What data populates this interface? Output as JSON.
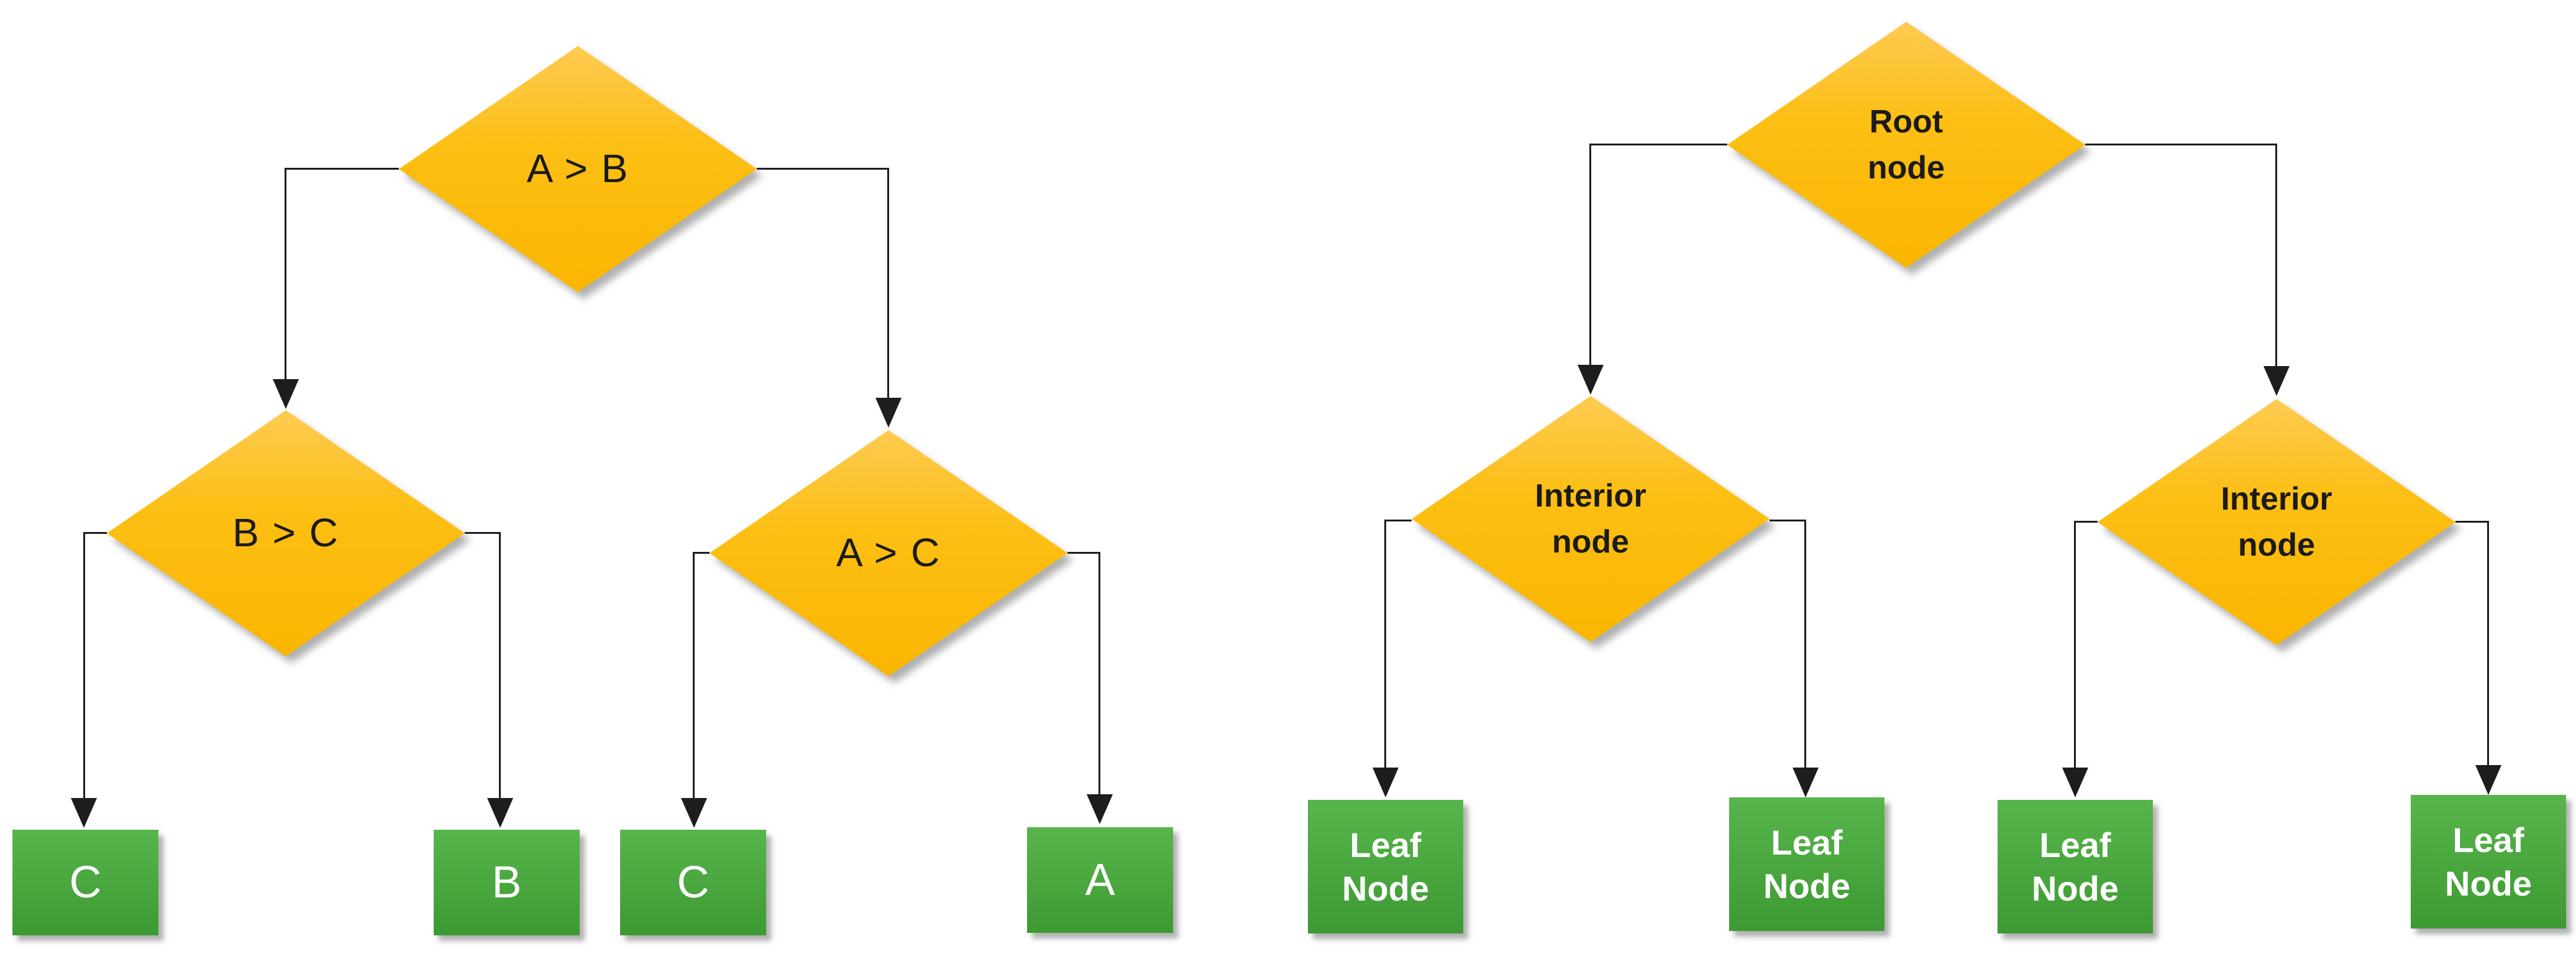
{
  "colors": {
    "background": "#ffffff",
    "diamond_gradient_top": "#fecb52",
    "diamond_gradient_bottom": "#fbb601",
    "diamond_text": "#1b1b1b",
    "leaf_gradient_top": "#58b54c",
    "leaf_gradient_bottom": "#3d9a32",
    "leaf_text": "#ffffff",
    "connector": "#1d1d1d"
  },
  "left_tree": {
    "root": "A > B",
    "children": [
      "B > C",
      "A > C"
    ],
    "leaves": [
      "C",
      "B",
      "C",
      "A"
    ]
  },
  "right_tree": {
    "root": [
      "Root",
      "node"
    ],
    "children": [
      [
        "Interior",
        "node"
      ],
      [
        "Interior",
        "node"
      ]
    ],
    "leaves": [
      [
        "Leaf",
        "Node"
      ],
      [
        "Leaf",
        "Node"
      ],
      [
        "Leaf",
        "Node"
      ],
      [
        "Leaf",
        "Node"
      ]
    ]
  }
}
